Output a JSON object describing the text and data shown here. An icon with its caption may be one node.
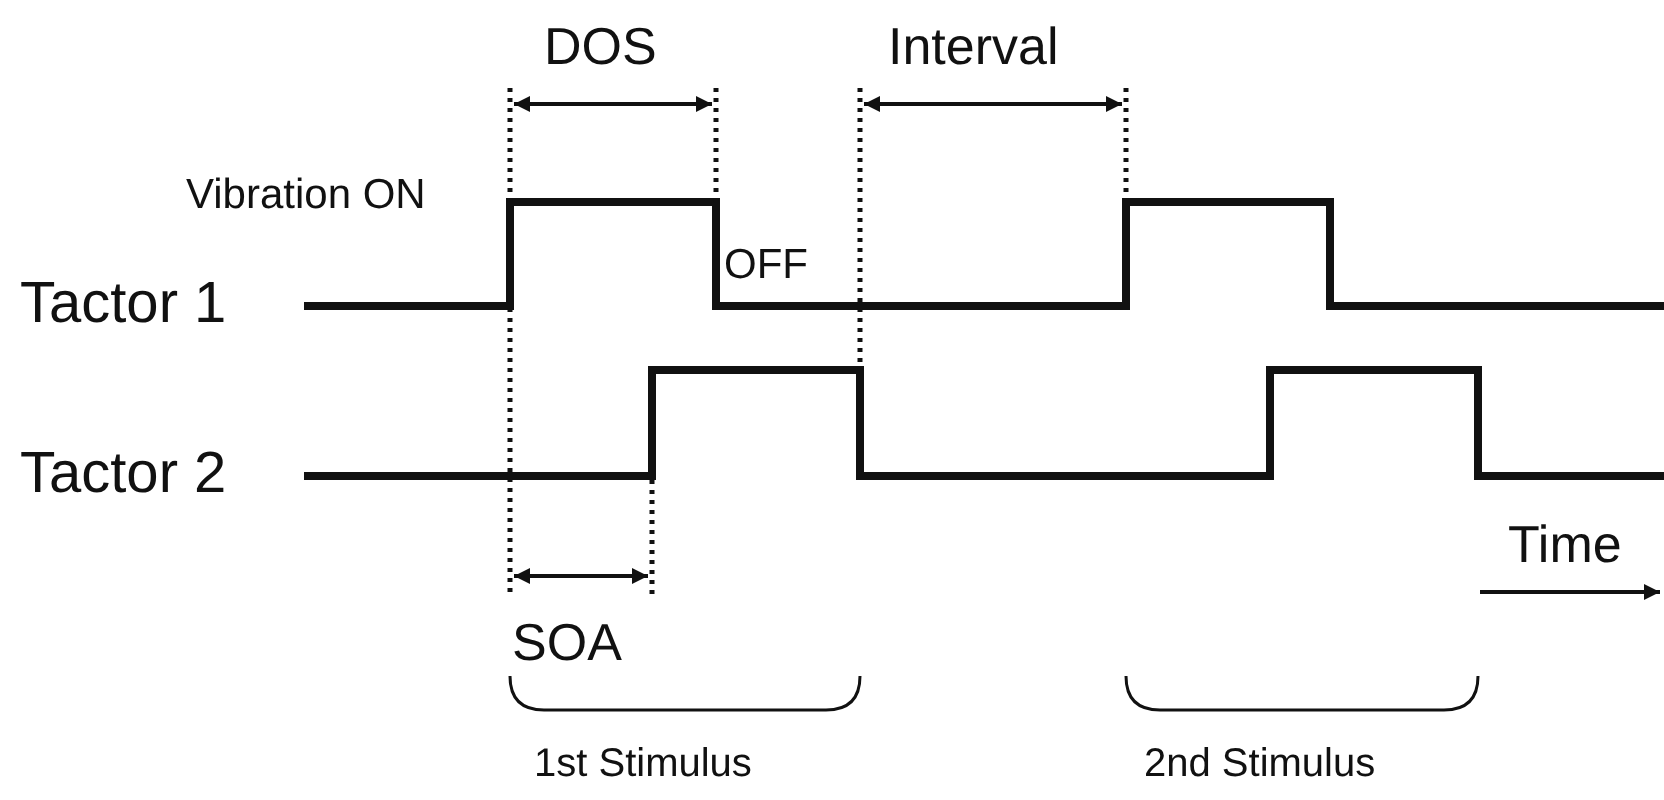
{
  "diagram": {
    "labels": [
      "DOS",
      "Interval",
      "Vibration ON",
      "Tactor 1",
      "OFF",
      "Tactor 2",
      "Time",
      "SOA",
      "1st Stimulus",
      "2nd Stimulus"
    ]
  }
}
